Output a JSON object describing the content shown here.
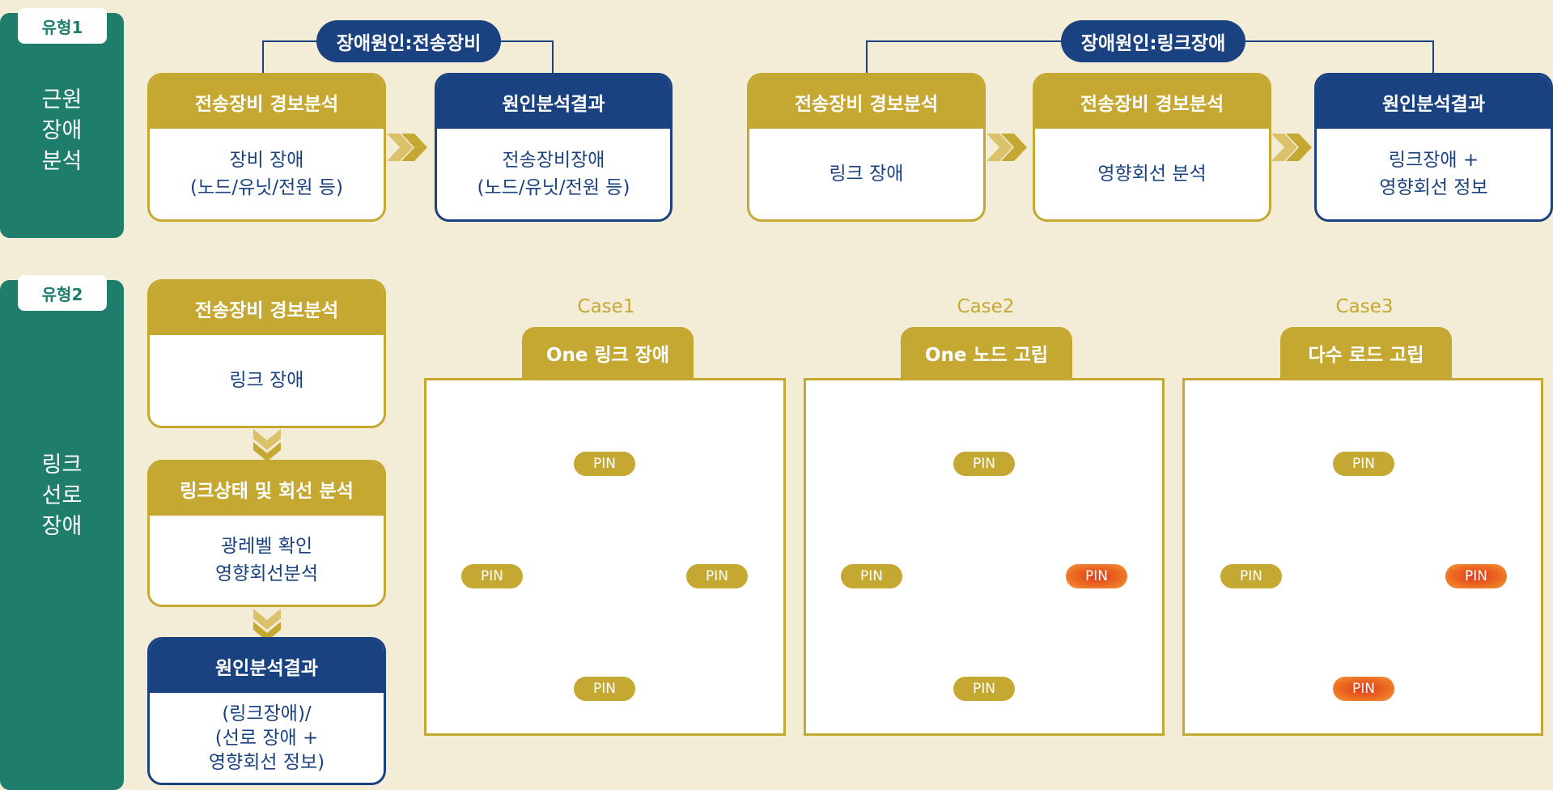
{
  "type1": {
    "tag": "유형1",
    "label": "근원\n장애\n분석",
    "group1": {
      "cause": "장애원인:전송장비",
      "boxes": [
        {
          "header": "전송장비 경보분석",
          "body": "장비 장애\n(노드/유닛/전원 등)"
        },
        {
          "header": "원인분석결과",
          "body": "전송장비장애\n(노드/유닛/전원 등)"
        }
      ]
    },
    "group2": {
      "cause": "장애원인:링크장애",
      "boxes": [
        {
          "header": "전송장비 경보분석",
          "body": "링크 장애"
        },
        {
          "header": "전송장비 경보분석",
          "body": "영향회선 분석"
        },
        {
          "header": "원인분석결과",
          "body": "링크장애 +\n영향회선 정보"
        }
      ]
    }
  },
  "type2": {
    "tag": "유형2",
    "label": "링크\n선로\n장애",
    "boxes": [
      {
        "header": "전송장비 경보분석",
        "body": "링크 장애"
      },
      {
        "header": "링크상태 및 회선 분석",
        "body": "광레벨 확인\n영향회선분석"
      },
      {
        "header": "원인분석결과",
        "body": "(링크장애)/\n(선로 장애 +\n영향회선 정보)"
      }
    ],
    "cases": [
      {
        "label": "Case1",
        "title": "One 링크 장애",
        "pins": [
          "PIN",
          "PIN",
          "PIN",
          "PIN"
        ],
        "pin_faults": [
          false,
          false,
          false,
          false
        ],
        "bursts": [
          "upper-right"
        ]
      },
      {
        "label": "Case2",
        "title": "One 노드 고립",
        "pins": [
          "PIN",
          "PIN",
          "PIN",
          "PIN"
        ],
        "pin_faults": [
          false,
          false,
          true,
          false
        ],
        "bursts": [
          "upper-right",
          "lower-right"
        ]
      },
      {
        "label": "Case3",
        "title": "다수 로드 고립",
        "pins": [
          "PIN",
          "PIN",
          "PIN",
          "PIN"
        ],
        "pin_faults": [
          false,
          false,
          true,
          true
        ],
        "bursts": [
          "upper-right",
          "lower-left"
        ]
      }
    ]
  },
  "colors": {
    "gold": "#c4a832",
    "navy": "#1a4180",
    "teal": "#1f7e6b",
    "background": "#f3edd8",
    "fault": "#e23b1c"
  }
}
